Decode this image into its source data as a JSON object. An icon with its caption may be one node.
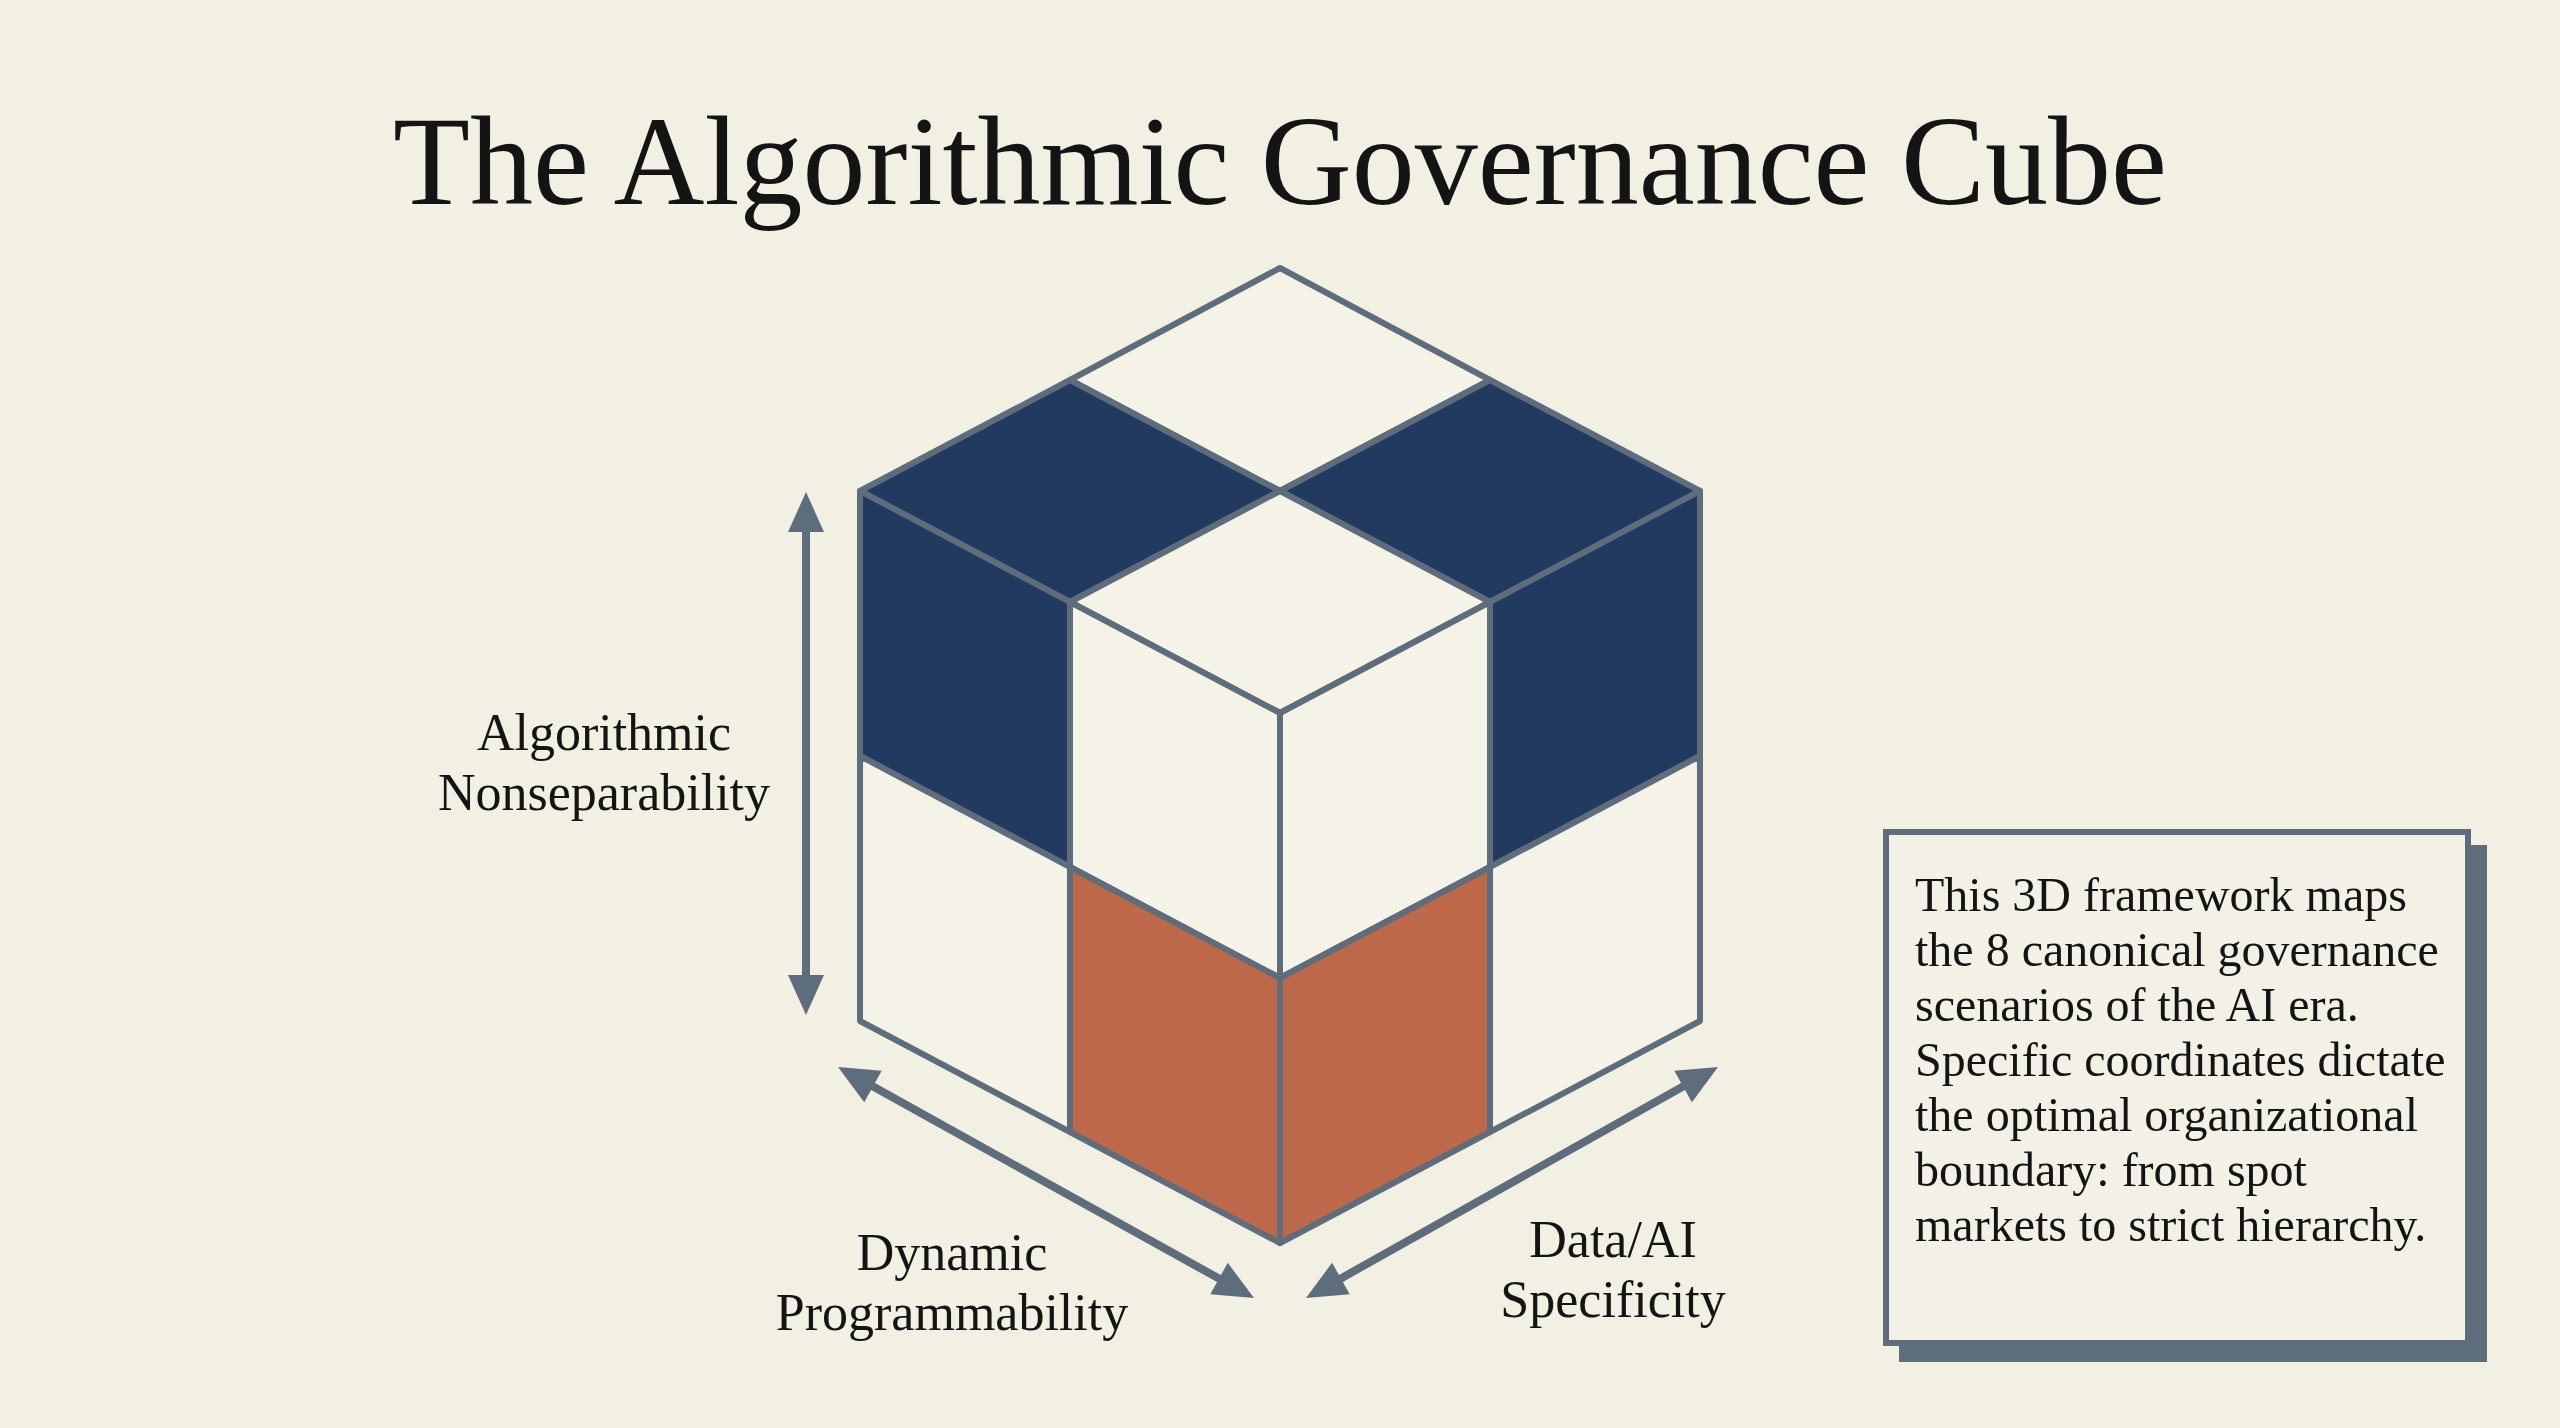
{
  "diagram": {
    "title": "The Algorithmic Governance Cube",
    "nodes": [
      {
        "text": [
          "This 3D framework maps the 8 canonical governance scenarios of the AI era. Specific coordinates dictate the optimal organizational boundary: from spot markets to strict hierarchy."
        ]
      }
    ],
    "labels": [
      "Algorithmic Nonseparability",
      "Dynamic Programmability",
      "Data/AI Specificity"
    ]
  }
}
